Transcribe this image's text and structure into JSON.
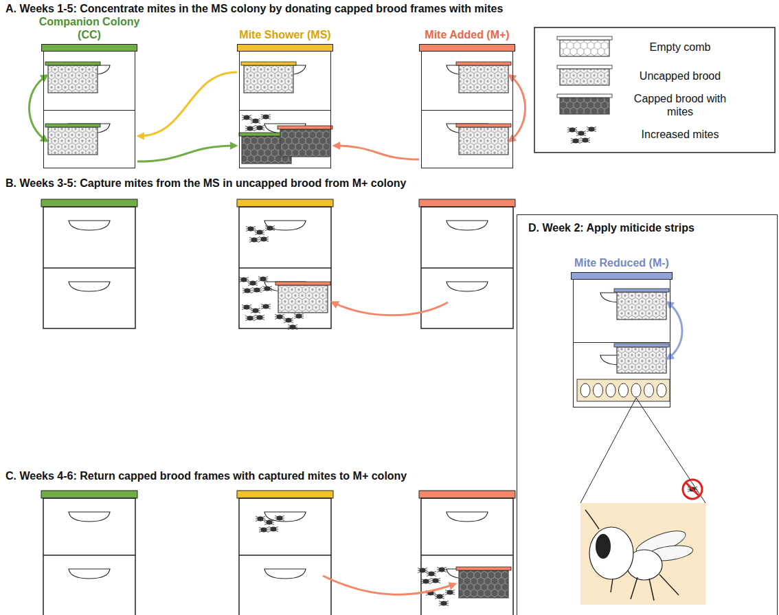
{
  "diagram": {
    "nodes": [
      {
        "text": [
          "Companion Colony (CC)"
        ]
      },
      {
        "text": [
          "Mite Shower (MS)"
        ]
      },
      {
        "text": [
          "Mite Added (M+)"
        ]
      },
      {
        "text": [
          "D. Week 2: Apply miticide strips"
        ]
      },
      {
        "text": [
          "Mite Reduced (M-)"
        ],
        "in": 3
      }
    ],
    "edges": [
      {
        "from": 0,
        "to": 1,
        "arrow": "to"
      },
      {
        "from": 1,
        "to": 0,
        "arrow": "to"
      },
      {
        "from": 2,
        "to": 1,
        "arrow": "to"
      }
    ],
    "labels": [
      "A. Weeks 1-5: Concentrate mites in the MS colony by donating capped brood frames with mites",
      "B. Weeks 3-5: Capture mites from the MS in uncapped brood from M+ colony",
      "C. Weeks 4-6: Return capped brood frames with captured mites to M+ colony"
    ],
    "legend": [
      {
        "text": "Empty comb"
      },
      {
        "text": "Uncapped brood"
      },
      {
        "text": "Capped brood with mites"
      },
      {
        "text": "Increased mites"
      }
    ]
  }
}
